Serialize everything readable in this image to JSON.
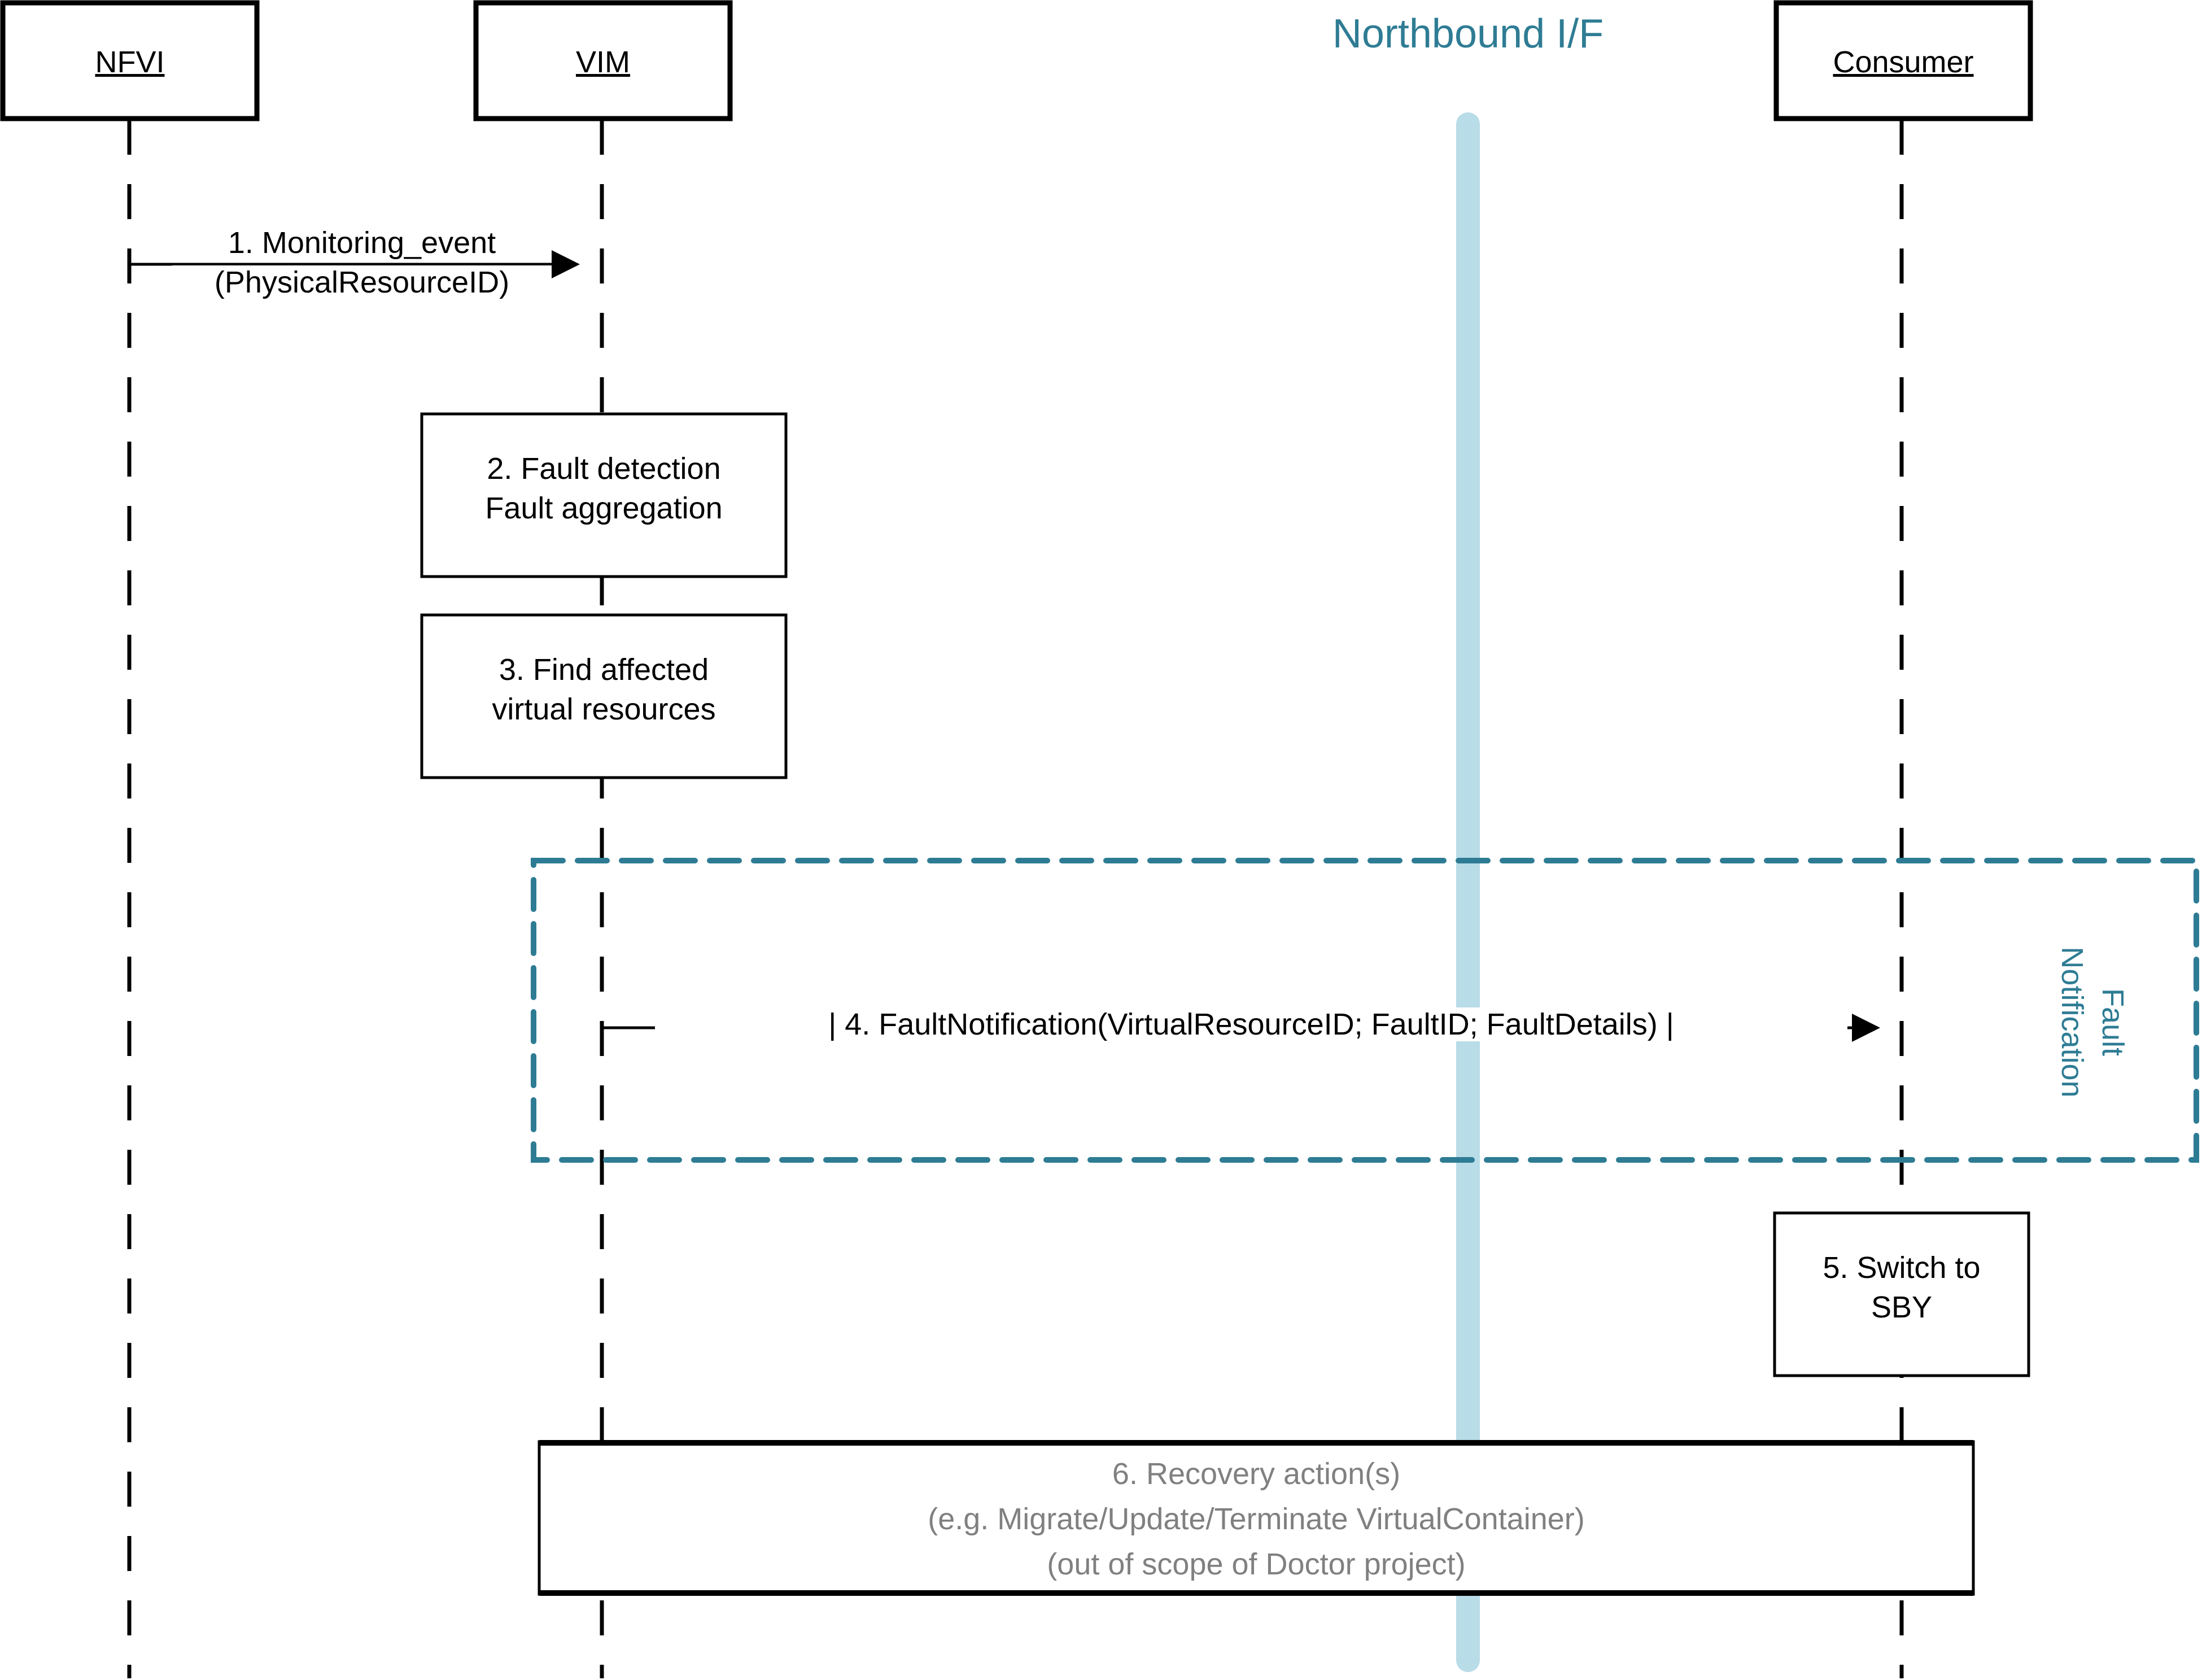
{
  "diagram": {
    "type": "sequence-diagram",
    "title_text": "Northbound I/F",
    "colors": {
      "teal": "#2E7C94",
      "light_blue_bar": "#B8DCE8",
      "gray_text": "#808080",
      "black": "#000000"
    }
  },
  "participants": [
    {
      "id": "nfvi",
      "label": "NFVI"
    },
    {
      "id": "vim",
      "label": "VIM"
    },
    {
      "id": "consumer",
      "label": "Consumer"
    }
  ],
  "interface_bar": {
    "label": "Northbound I/F"
  },
  "messages": [
    {
      "id": "msg1",
      "number": "1.",
      "line1": "1. Monitoring_event",
      "line2": "(PhysicalResourceID)",
      "from": "nfvi",
      "to": "vim",
      "direction": "right"
    },
    {
      "id": "msg4",
      "number": "4.",
      "text": "| 4. FaultNotification(VirtualResourceID; FaultID; FaultDetails) |",
      "from": "vim",
      "to": "consumer",
      "direction": "right"
    }
  ],
  "activity_boxes": [
    {
      "id": "box2",
      "owner": "vim",
      "line1": "2. Fault detection",
      "line2": "Fault aggregation"
    },
    {
      "id": "box3",
      "owner": "vim",
      "line1": "3. Find affected",
      "line2": "virtual resources"
    },
    {
      "id": "box5",
      "owner": "consumer",
      "line1": "5. Switch to",
      "line2": "SBY"
    }
  ],
  "fragment": {
    "id": "fault-notification-fragment",
    "label_line1": "Fault",
    "label_line2": "Notification"
  },
  "recovery_box": {
    "id": "box6",
    "line1": "6. Recovery action(s)",
    "line2": "(e.g. Migrate/Update/Terminate VirtualContainer)",
    "line3": "(out of scope of Doctor project)"
  }
}
